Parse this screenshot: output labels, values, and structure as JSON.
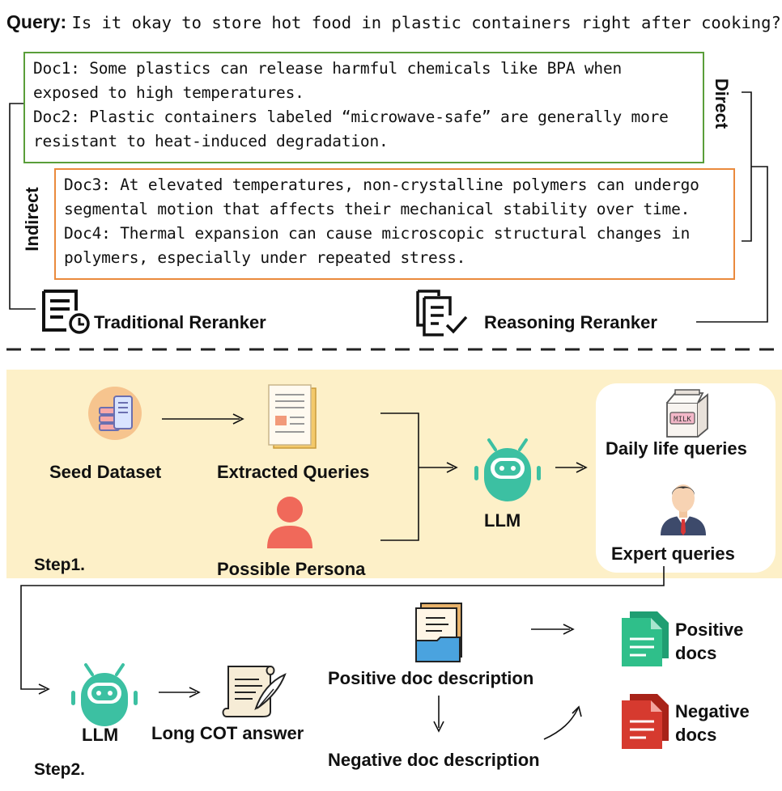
{
  "query": {
    "label": "Query:",
    "text": "Is it okay to store hot food in plastic containers right after cooking?"
  },
  "direct_docs": [
    "Doc1: Some plastics can release harmful chemicals like BPA when",
    "exposed to high temperatures.",
    "Doc2: Plastic containers labeled “microwave-safe” are generally more",
    "resistant to heat-induced degradation."
  ],
  "indirect_docs": [
    "Doc3: At elevated temperatures, non-crystalline polymers can undergo",
    "segmental motion that affects their mechanical stability over time.",
    "Doc4: Thermal expansion can cause microscopic structural changes in",
    "polymers, especially under repeated stress."
  ],
  "labels": {
    "direct": "Direct",
    "indirect": "Indirect",
    "traditional_reranker": "Traditional Reranker",
    "reasoning_reranker": "Reasoning Reranker"
  },
  "step1": {
    "title": "Step1.",
    "seed_dataset": "Seed Dataset",
    "extracted_queries": "Extracted Queries",
    "possible_persona": "Possible Persona",
    "llm": "LLM",
    "daily_life_queries": "Daily life queries",
    "expert_queries": "Expert queries",
    "milk_text": "MILK"
  },
  "step2": {
    "title": "Step2.",
    "llm": "LLM",
    "long_cot_answer": "Long COT answer",
    "positive_doc_description": "Positive doc description",
    "negative_doc_description": "Negative doc description",
    "positive_docs_line1": "Positive",
    "positive_docs_line2": "docs",
    "negative_docs_line1": "Negative",
    "negative_docs_line2": "docs"
  },
  "colors": {
    "direct_border": "#5a9e3a",
    "indirect_border": "#ea8a3d",
    "step1_bg": "#fdf0c8",
    "step2_bg": "#e5efd8",
    "robot": "#3cc0a2",
    "positive_doc": "#2fbf8a",
    "negative_doc": "#d63a2f",
    "persona": "#f0695a"
  }
}
